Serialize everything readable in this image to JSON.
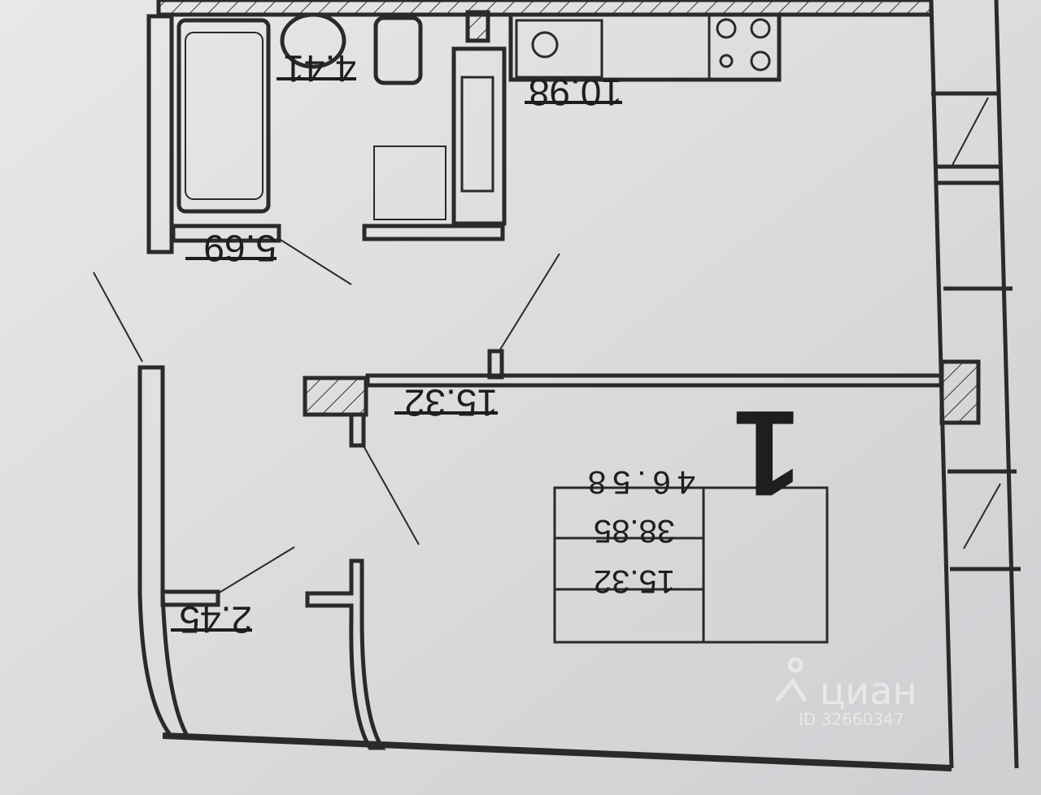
{
  "room_areas": {
    "bathroom": "4.41",
    "kitchen": "10.98",
    "hallway": "5.69",
    "living_room": "15.32",
    "balcony": "2.45"
  },
  "summary_table": {
    "rooms_count": "1",
    "total_area": "46.58",
    "living_area_total": "38.85",
    "living_area": "15.32"
  },
  "watermark": {
    "brand": "циан",
    "id_text": "ID 32660347"
  }
}
